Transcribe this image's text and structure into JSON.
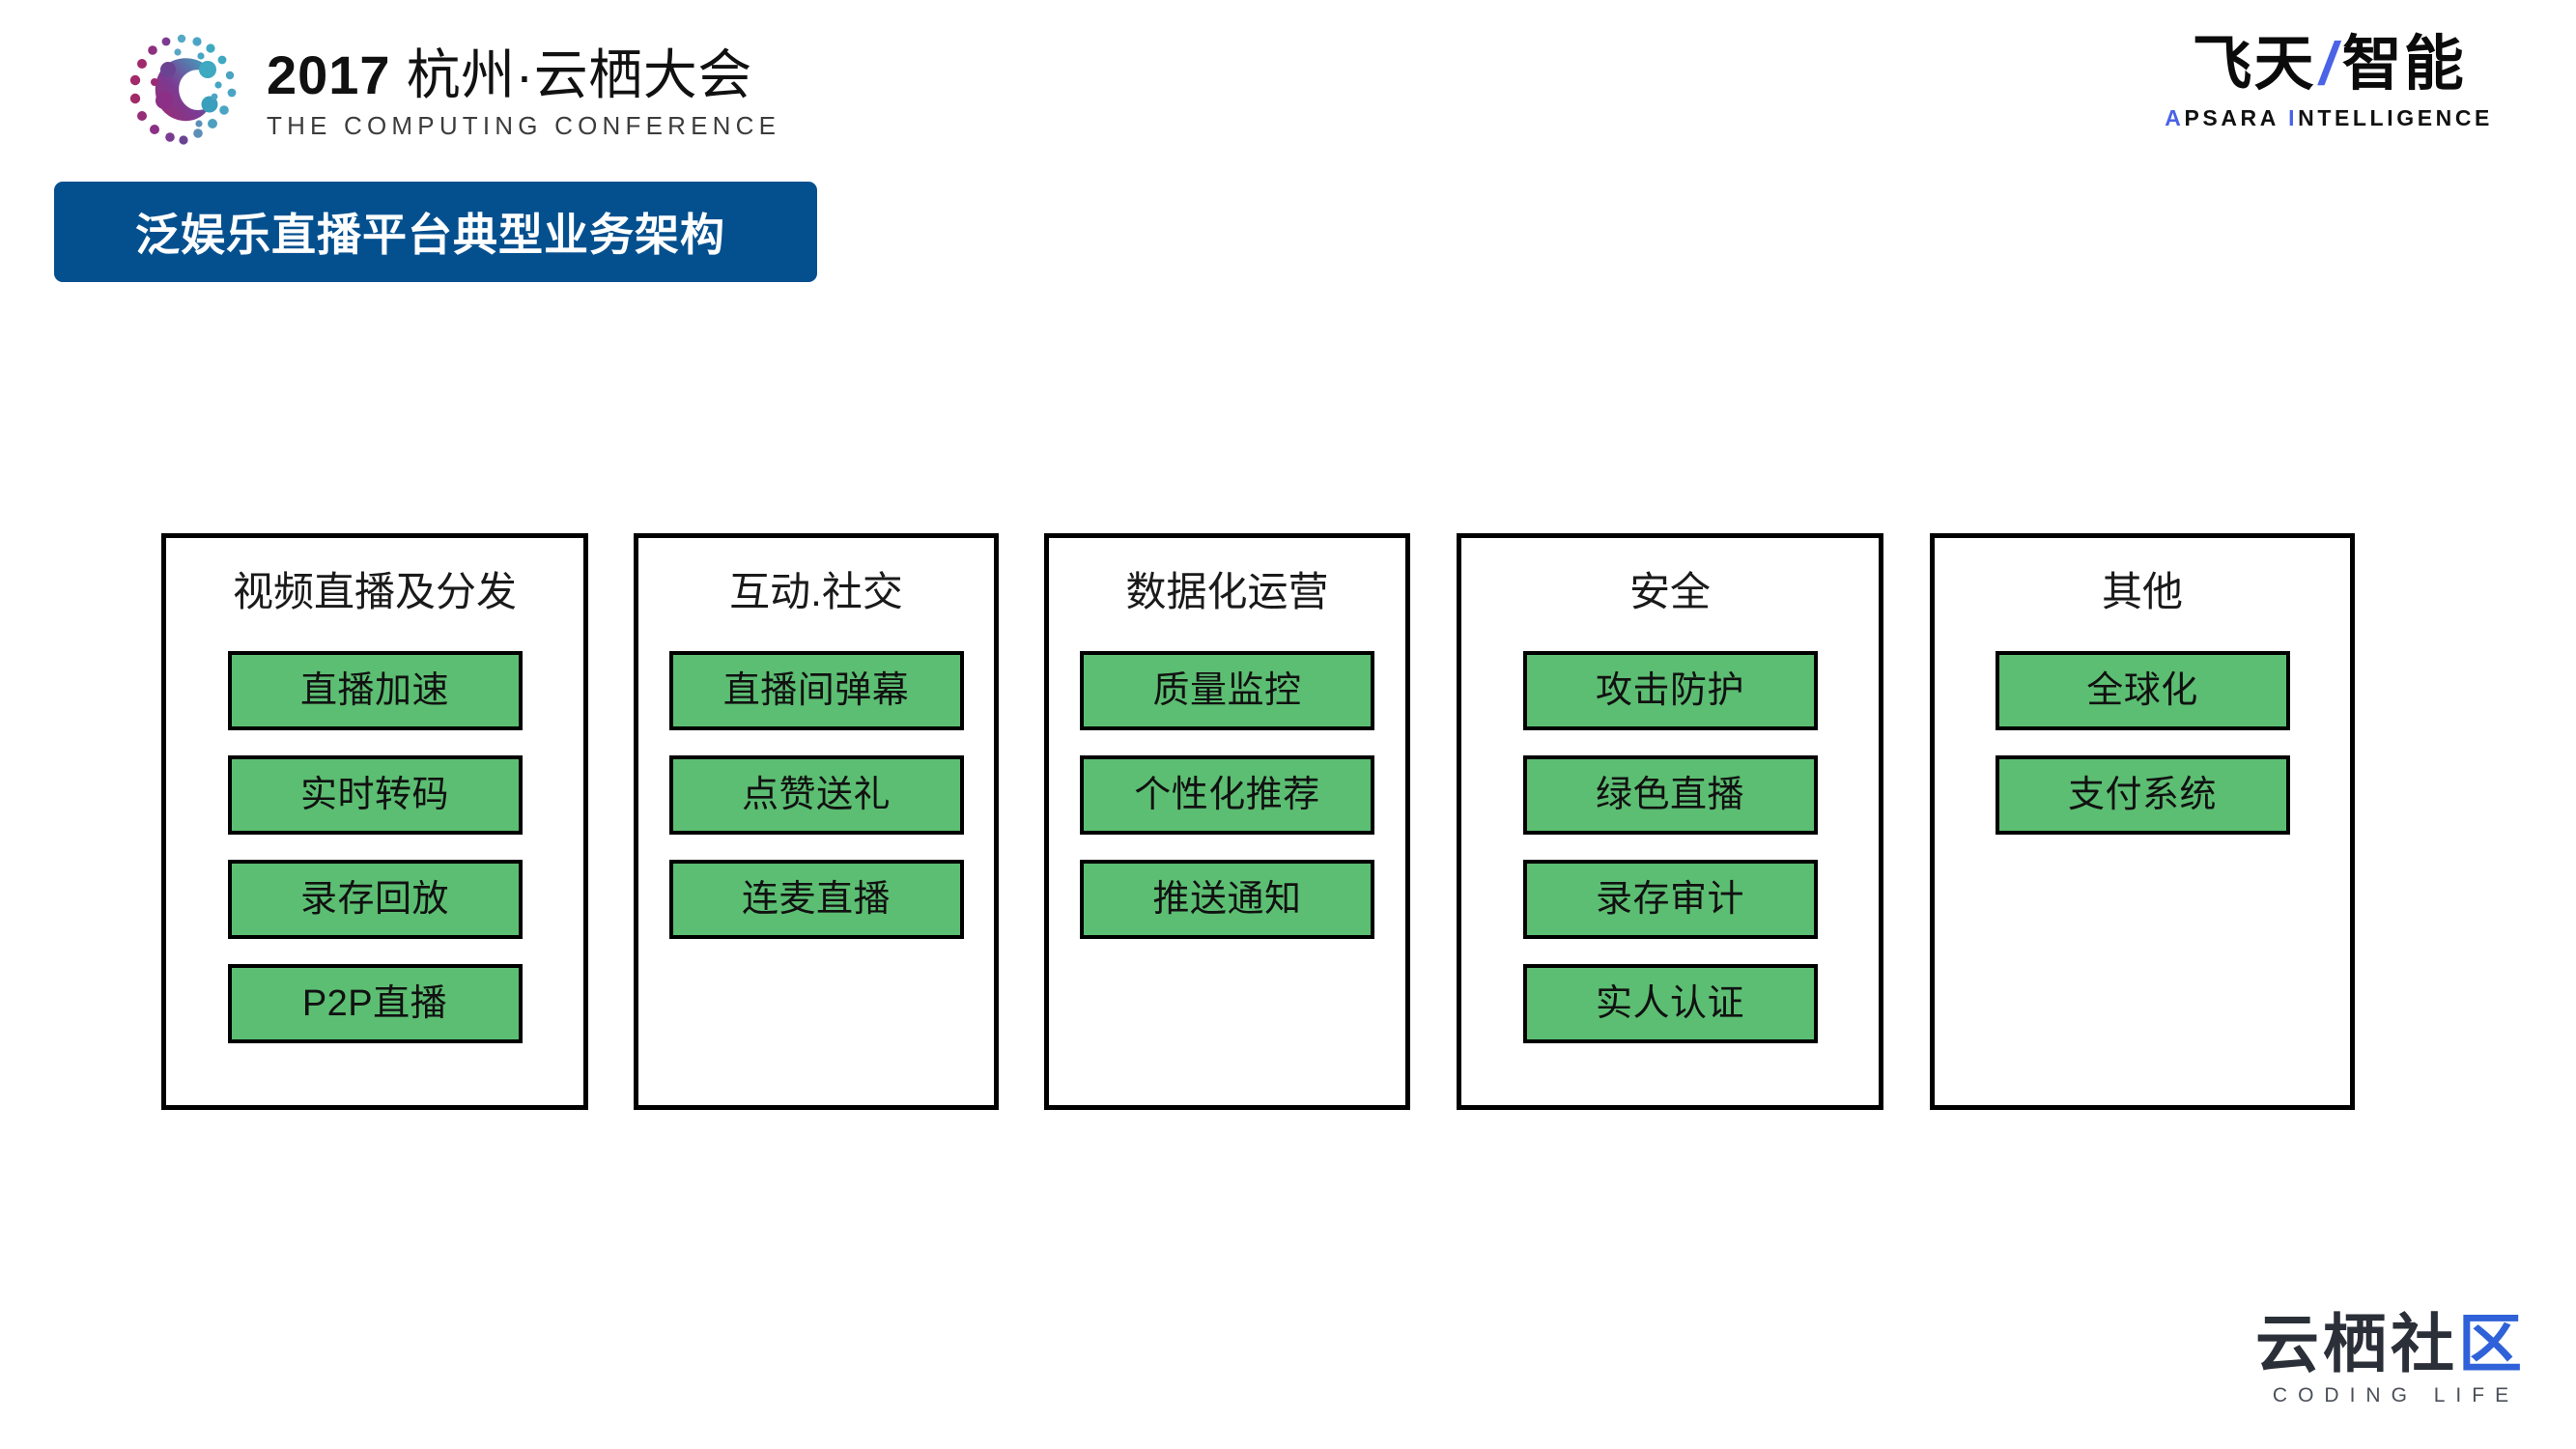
{
  "header": {
    "conference": {
      "year": "2017",
      "city": "杭州·云栖大会",
      "subtitle": "THE COMPUTING CONFERENCE",
      "mark_icon": "computing-conference-c-mark-icon"
    },
    "apsara": {
      "cn_left": "飞天",
      "separator": "/",
      "cn_right": "智能",
      "en_first": "A",
      "en_rest1": "PSARA ",
      "en_second": "I",
      "en_rest2": "NTELLIGENCE"
    }
  },
  "title": {
    "text": "泛娱乐直播平台典型业务架构",
    "banner_color": "#04508F",
    "text_color": "#FFFFFF"
  },
  "architecture": {
    "box_fill": "#5CBE72",
    "box_border": "#000000",
    "panel_border": "#000000",
    "columns": [
      {
        "title": "视频直播及分发",
        "items": [
          "直播加速",
          "实时转码",
          "录存回放",
          "P2P直播"
        ]
      },
      {
        "title": "互动.社交",
        "items": [
          "直播间弹幕",
          "点赞送礼",
          "连麦直播"
        ]
      },
      {
        "title": "数据化运营",
        "items": [
          "质量监控",
          "个性化推荐",
          "推送通知"
        ]
      },
      {
        "title": "安全",
        "items": [
          "攻击防护",
          "绿色直播",
          "录存审计",
          "实人认证"
        ]
      },
      {
        "title": "其他",
        "items": [
          "全球化",
          "支付系统"
        ]
      }
    ]
  },
  "watermark": {
    "cn_1": "云栖社",
    "cn_box": "区",
    "en": "CODING LIFE",
    "accent_color": "#2F62D8"
  }
}
